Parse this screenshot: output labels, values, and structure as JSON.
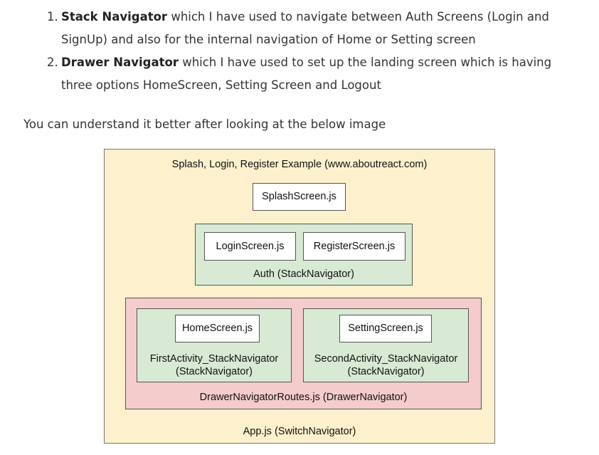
{
  "intro_list": [
    {
      "number": "1.",
      "term": "Stack Navigator",
      "text": " which I have used to navigate between Auth Screens (Login and SignUp) and also for the internal navigation of Home or Setting screen"
    },
    {
      "number": "2.",
      "term": "Drawer Navigator",
      "text": " which I have used to set up the landing screen which is having three options HomeScreen, Setting Screen and Logout"
    }
  ],
  "lead_text": "You can understand it better after looking at the below image",
  "diagram": {
    "title": "Splash, Login, Register Example (www.aboutreact.com)",
    "splash": "SplashScreen.js",
    "login": "LoginScreen.js",
    "register": "RegisterScreen.js",
    "auth_label": "Auth (StackNavigator)",
    "home": "HomeScreen.js",
    "setting": "SettingScreen.js",
    "first_stack_line1": "FirstActivity_StackNavigator",
    "first_stack_line2": "(StackNavigator)",
    "second_stack_line1": "SecondActivity_StackNavigator",
    "second_stack_line2": "(StackNavigator)",
    "drawer_label": "DrawerNavigatorRoutes.js (DrawerNavigator)",
    "app_label": "App.js (SwitchNavigator)",
    "colors": {
      "outer": "#fdf1cd",
      "stack": "#d8ead4",
      "drawer": "#f4cccc",
      "screen": "#ffffff"
    }
  }
}
